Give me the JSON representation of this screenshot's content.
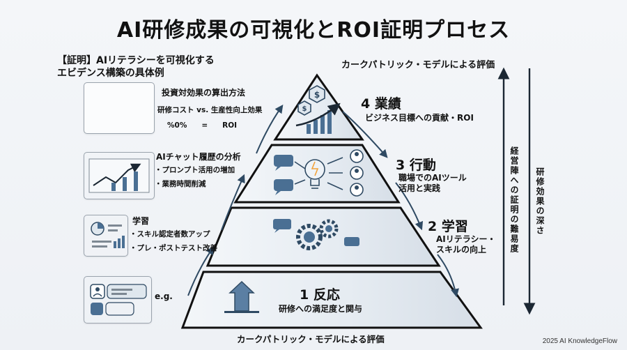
{
  "title": "AI研修成果の可視化とROI証明プロセス",
  "left_heading": [
    "【証明】AIリテラシーを可視化する",
    "エビデンス構築の具体例"
  ],
  "right_heading": "カークパトリック・モデルによる評価",
  "bottom_caption": "カークパトリック・モデルによる評価",
  "footer": "2025 AI KnowledgeFlow",
  "evidence": [
    {
      "title": "投資対効果の算出方法",
      "lines": [
        "研修コスト vs. 生産性向上効果",
        "%0%　　=　　ROI"
      ],
      "icon": "chart-dollar-icon"
    },
    {
      "title": "AIチャット履歴の分析",
      "lines": [
        "・プロンプト活用の増加",
        "・業務時間削減"
      ],
      "icon": "line-chart-icon"
    },
    {
      "title": "学習",
      "lines": [
        "・スキル認定者数アップ",
        "・プレ・ポストテスト改善"
      ],
      "icon": "dashboard-icon"
    },
    {
      "title": "e.g.",
      "lines": [],
      "icon": "chat-survey-icon"
    }
  ],
  "levels": [
    {
      "num": "4 業績",
      "desc": [
        "ビジネス目標への貢献・ROI"
      ],
      "icon": "growth-dollar-icon"
    },
    {
      "num": "3 行動",
      "desc": [
        "職場でのAIツール",
        "活用と実践"
      ],
      "icon": "lightbulb-network-icon"
    },
    {
      "num": "2 学習",
      "desc": [
        "AIリテラシー・",
        "スキルの向上"
      ],
      "icon": "gears-chat-icon"
    },
    {
      "num": "1 反応",
      "desc": [
        "研修への満足度と関与"
      ],
      "icon": "up-arrow-icon"
    }
  ],
  "side_labels": {
    "difficulty": "経営陣への証明の難易度",
    "depth": "研修効果の深さ"
  },
  "colors": {
    "accent": "#2f4a63",
    "pyramid_fill": "#e9eef3",
    "stroke": "#111111",
    "icon_blue": "#4a6f93"
  }
}
